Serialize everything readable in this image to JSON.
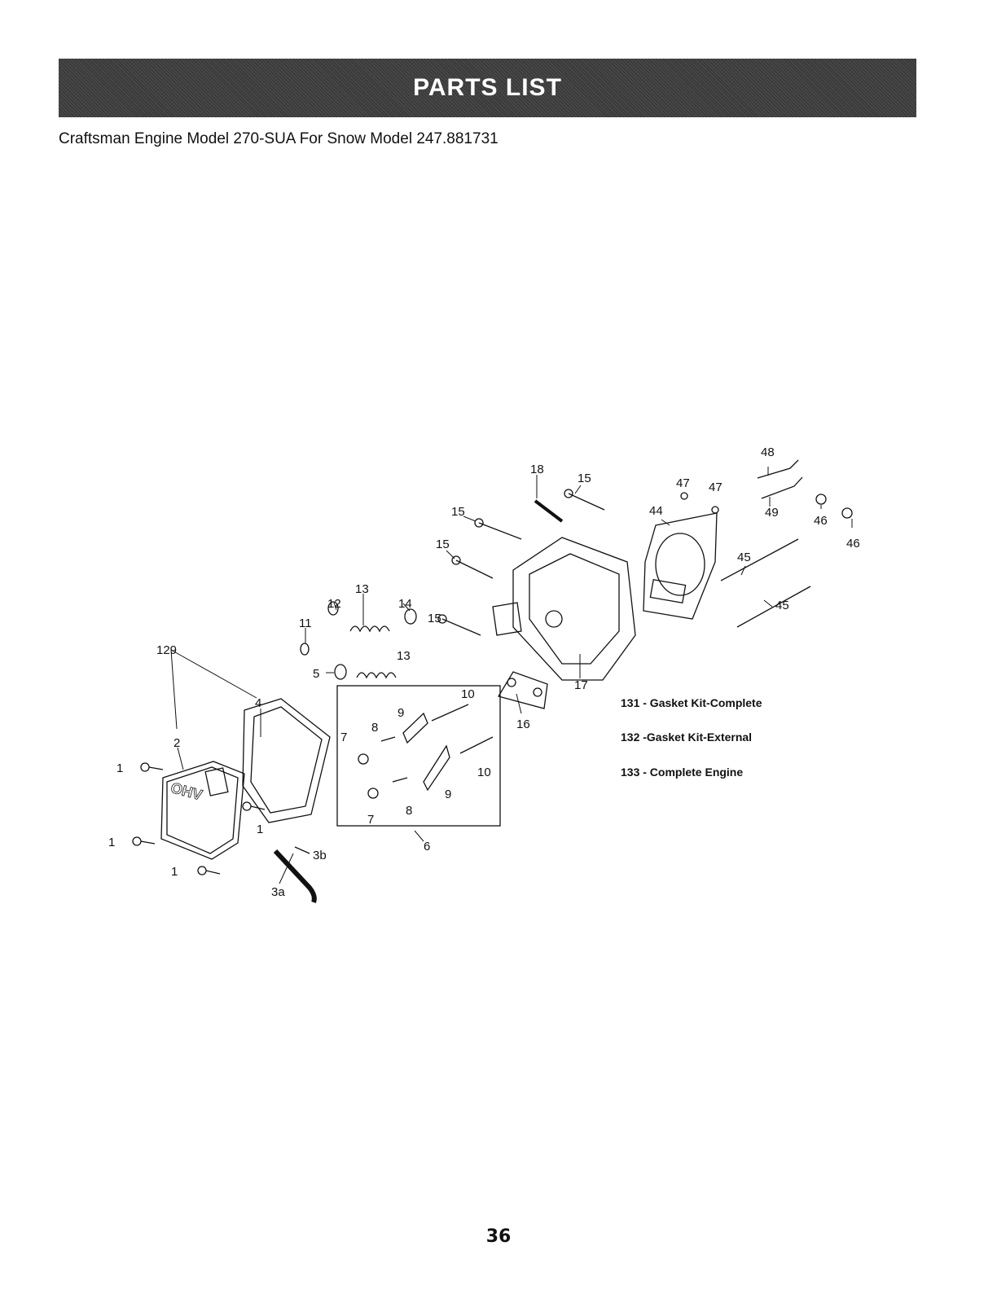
{
  "header": {
    "title": "PARTS LIST"
  },
  "subtitle": "Craftsman Engine Model 270-SUA For Snow Model 247.881731",
  "callouts": {
    "c129": "129",
    "c4": "4",
    "c2": "2",
    "c1a": "1",
    "c1b": "1",
    "c1c": "1",
    "c1d": "1",
    "c3b": "3b",
    "c3a": "3a",
    "c11": "11",
    "c12": "12",
    "c13a": "13",
    "c13b": "13",
    "c14": "14",
    "c5": "5",
    "c15a": "15",
    "c15b": "15",
    "c15c": "15",
    "c15d": "15",
    "c18": "18",
    "c17": "17",
    "c16": "16",
    "c10a": "10",
    "c10b": "10",
    "c9a": "9",
    "c9b": "9",
    "c8a": "8",
    "c8b": "8",
    "c7a": "7",
    "c7b": "7",
    "c6": "6",
    "c44": "44",
    "c45a": "45",
    "c45b": "45",
    "c46a": "46",
    "c46b": "46",
    "c47a": "47",
    "c47b": "47",
    "c48": "48",
    "c49": "49"
  },
  "kits": [
    "131 - Gasket Kit-Complete",
    "132 -Gasket Kit-External",
    "133 - Complete Engine"
  ],
  "cover_text": "OHV",
  "page_number": "36"
}
